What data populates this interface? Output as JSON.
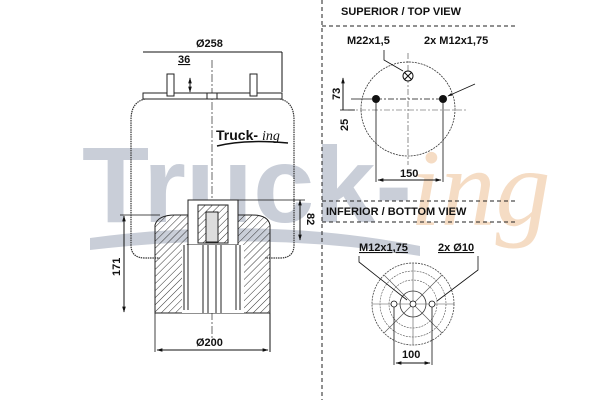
{
  "drawing": {
    "brand_logo": {
      "main": "Truck-",
      "script": "ing"
    },
    "watermark": {
      "main": "Truck-",
      "script": "ing",
      "main_color": "#c9ced8",
      "script_color": "#f5dcc4"
    },
    "side_view": {
      "dimensions": {
        "top_diameter": "Ø258",
        "stud_offset": "36",
        "piston_height": "82",
        "overall_height": "171",
        "base_diameter": "Ø200"
      }
    },
    "top_view": {
      "heading": "SUPERIOR / TOP VIEW",
      "labels": {
        "air_inlet": "M22x1,5",
        "studs": "2x M12x1,75"
      },
      "dimensions": {
        "vertical_upper": "73",
        "vertical_lower": "25",
        "stud_spacing": "150"
      }
    },
    "bottom_view": {
      "heading": "INFERIOR / BOTTOM VIEW",
      "labels": {
        "thread": "M12x1,75",
        "holes": "2x Ø10"
      },
      "dimensions": {
        "hole_spacing": "100"
      }
    }
  }
}
